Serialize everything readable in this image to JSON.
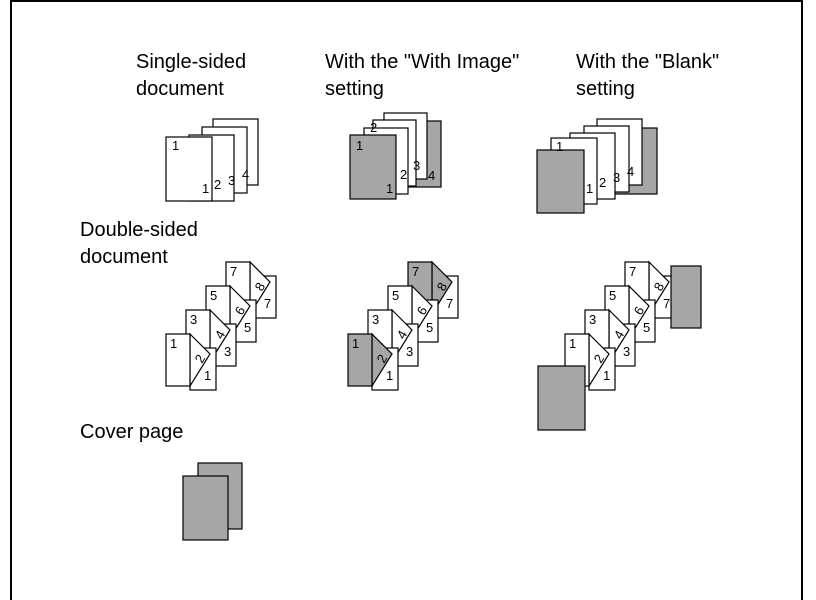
{
  "columns": {
    "single_sided": [
      "Single-sided",
      "document"
    ],
    "with_image": [
      "With the \"With Image\"",
      "setting"
    ],
    "blank": [
      "With the \"Blank\"",
      "setting"
    ]
  },
  "rows": {
    "double_sided": [
      "Double-sided",
      "document"
    ],
    "cover_page": "Cover page"
  },
  "page_numbers": {
    "single": [
      "1",
      "2",
      "3",
      "4"
    ],
    "double_front": [
      "1",
      "3",
      "5",
      "7"
    ],
    "double_back": [
      "2",
      "4",
      "6",
      "8"
    ]
  },
  "colors": {
    "cover_fill": "#a6a6a6",
    "page_fill": "#ffffff",
    "line": "#000000"
  }
}
